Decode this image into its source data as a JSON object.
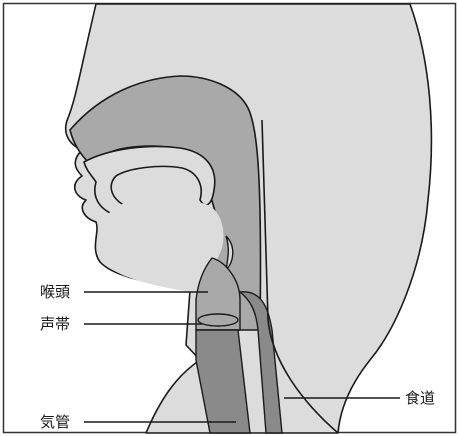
{
  "labels": {
    "larynx": "喉頭",
    "vocal_cords": "声帯",
    "trachea": "気管",
    "esophagus": "食道"
  },
  "colors": {
    "skin": "#dcdcdc",
    "airway": "#a9a9a9",
    "tract": "#8a8a8a",
    "outline": "#1a1a1a",
    "frame": "#333333"
  }
}
